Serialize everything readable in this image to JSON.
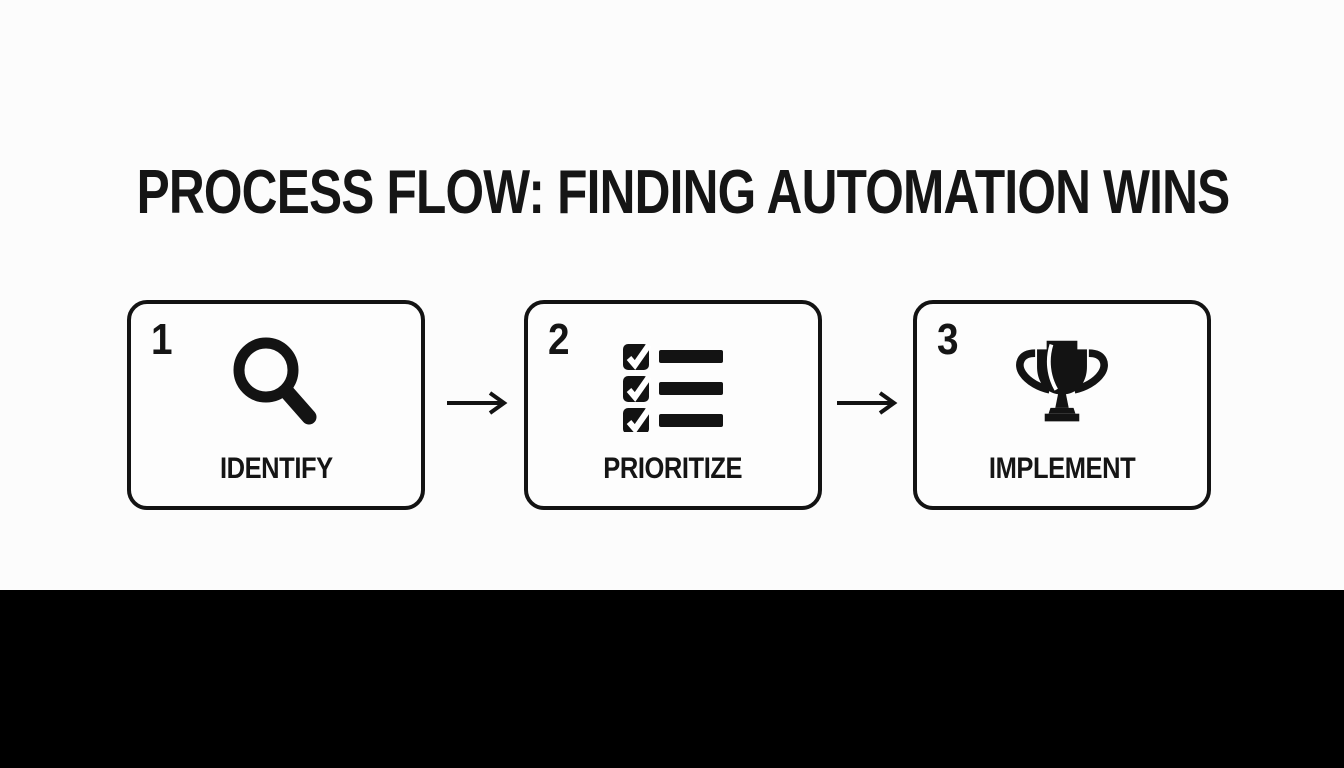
{
  "title": "PROCESS FLOW: FINDING AUTOMATION WINS",
  "steps": [
    {
      "number": "1",
      "label": "IDENTIFY",
      "icon": "magnifier-icon"
    },
    {
      "number": "2",
      "label": "PRIORITIZE",
      "icon": "checklist-icon"
    },
    {
      "number": "3",
      "label": "IMPLEMENT",
      "icon": "trophy-icon"
    }
  ],
  "connector_icon": "arrow-right-icon",
  "colors": {
    "background": "#fcfcfc",
    "ink": "#151515",
    "bottom_bar": "#000000"
  }
}
